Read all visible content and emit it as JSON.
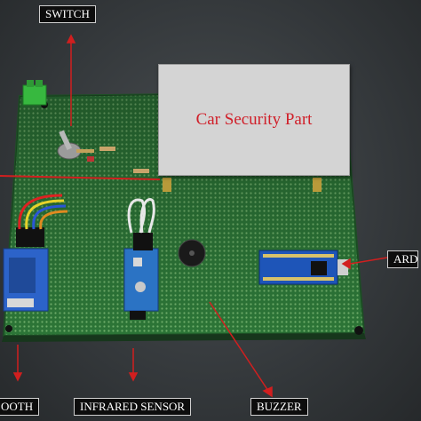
{
  "labels": {
    "switch": "SWITCH",
    "arduino": "ARD",
    "bluetooth": "OOTH",
    "infrared": "INFRARED SENSOR",
    "buzzer": "BUZZER"
  },
  "overlay": {
    "title": "Car Security Part"
  },
  "colors": {
    "board": "#2f7a3c",
    "arrow": "#d11f1f",
    "label_bg": "#0d0d0d",
    "overlay_bg": "#d4d4d4",
    "title_text": "#d0202a"
  }
}
